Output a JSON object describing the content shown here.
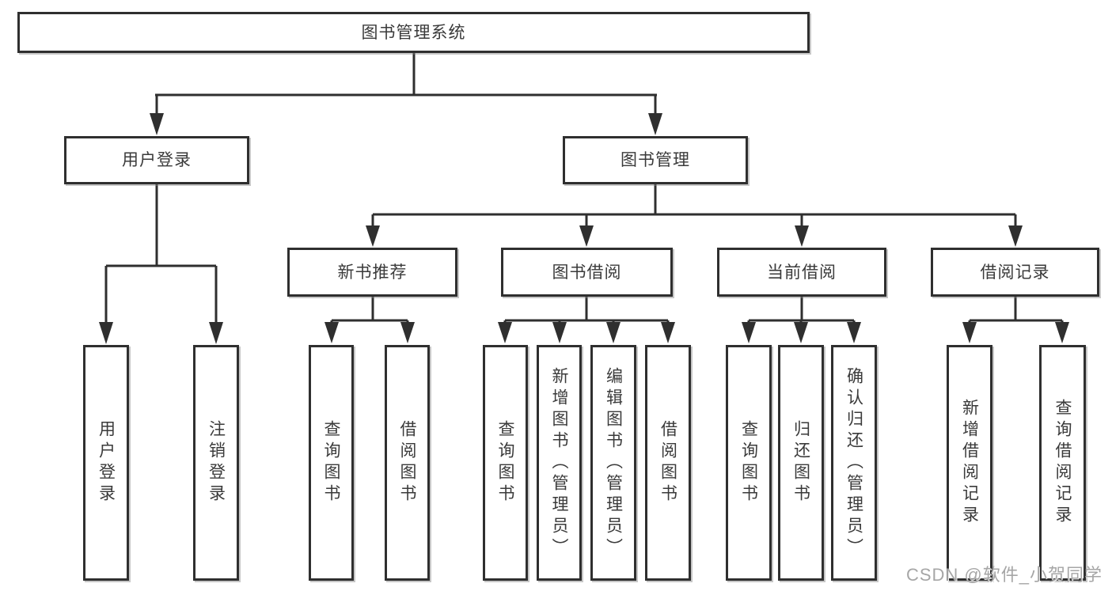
{
  "diagram": {
    "root": "图书管理系统",
    "branches": [
      {
        "label": "用户登录",
        "children": [
          "用户登录",
          "注销登录"
        ]
      },
      {
        "label": "图书管理",
        "sections": [
          {
            "label": "新书推荐",
            "children": [
              "查询图书",
              "借阅图书"
            ]
          },
          {
            "label": "图书借阅",
            "children": [
              "查询图书",
              "新增图书（管理员）",
              "编辑图书（管理员）",
              "借阅图书"
            ]
          },
          {
            "label": "当前借阅",
            "children": [
              "查询图书",
              "归还图书",
              "确认归还（管理员）"
            ]
          },
          {
            "label": "借阅记录",
            "children": [
              "新增借阅记录",
              "查询借阅记录"
            ]
          }
        ]
      }
    ],
    "colors": {
      "border": "#2f2f2f",
      "text": "#3a3a3a",
      "background": "#ffffff",
      "watermark": "#a6a6a6"
    }
  },
  "watermark": {
    "text": "CSDN @软件_小贺同学"
  }
}
